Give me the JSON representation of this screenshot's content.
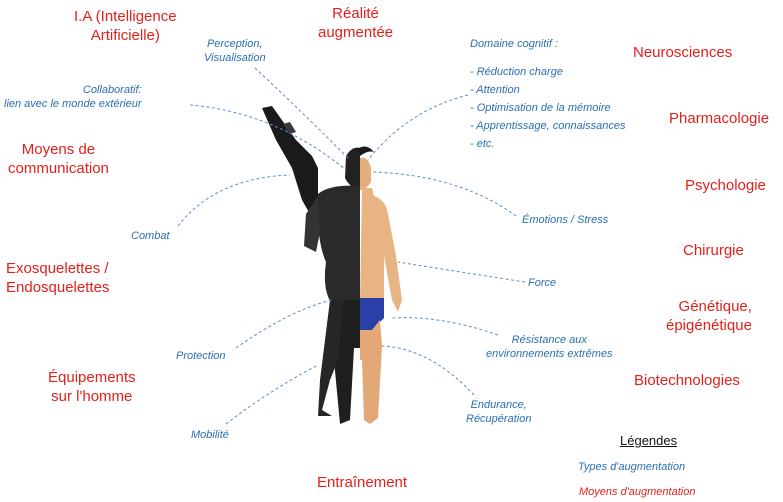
{
  "means": {
    "ia": "I.A (Intelligence\nArtificielle)",
    "realite": "Réalité\naugmentée",
    "neurosciences": "Neurosciences",
    "pharmacologie": "Pharmacologie",
    "psychologie": "Psychologie",
    "chirurgie": "Chirurgie",
    "genetique": "Génétique,\népigénétique",
    "biotechnologies": "Biotechnologies",
    "moyens_comm": "Moyens de\ncommunication",
    "exosquelettes": "Exosquelettes /\nEndosquelettes",
    "equipements": "Équipements\nsur l'homme",
    "entrainement": "Entraînement"
  },
  "types": {
    "perception": "Perception,\nVisualisation",
    "collaboratif": "Collaboratif:\nlien avec le monde extérieur",
    "domaine_cognitif": "Domaine cognitif :",
    "cognitif_items": [
      "- Réduction charge",
      "- Attention",
      "- Optimisation de la mémoire",
      "- Apprentissage, connaissances",
      "- etc."
    ],
    "combat": "Combat",
    "emotions": "Émotions / Stress",
    "force": "Force",
    "resistance": "Résistance aux\nenvironnements extrêmes",
    "protection": "Protection",
    "endurance": "Endurance,\nRécupération",
    "mobilite": "Mobilité"
  },
  "legend": {
    "title": "Légendes",
    "types_label": "Types d'augmentation",
    "means_label": "Moyens d'augmentation"
  },
  "colors": {
    "means": "#e3201b",
    "types": "#2a6fb4",
    "connector": "#5b8fd0"
  }
}
